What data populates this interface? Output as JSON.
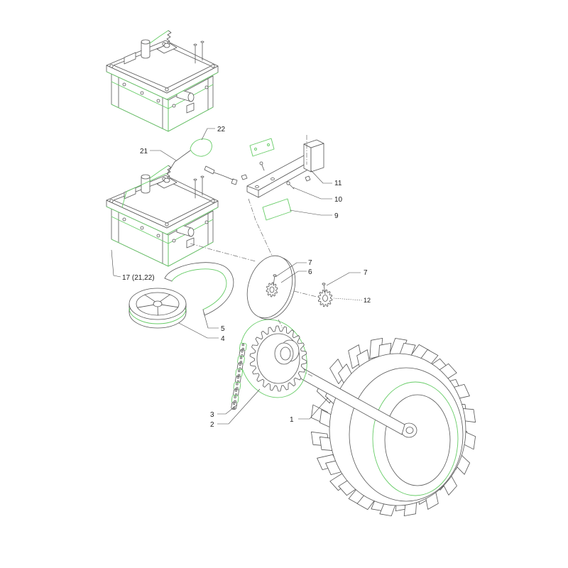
{
  "colors": {
    "line": "#555555",
    "accent": "#66cc66",
    "background": "#ffffff"
  },
  "labels": {
    "knob": "22",
    "cable": "21",
    "bracket": "11",
    "bolt": "10",
    "plate": "9",
    "gearbox": "17 (21,22)",
    "belt": "5",
    "pulley": "4",
    "pin_disc": "7",
    "disc": "6",
    "pin_gear": "7",
    "gear": "12",
    "chain": "3",
    "sprocket": "2",
    "wheel": "1"
  }
}
